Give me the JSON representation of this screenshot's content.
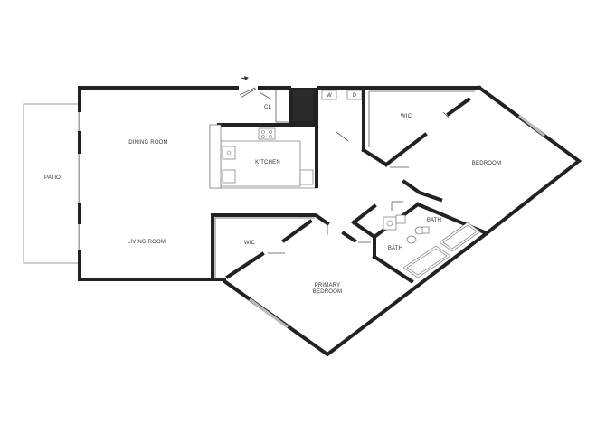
{
  "rooms": {
    "patio": "PATIO",
    "dining_room": "DINING ROOM",
    "living_room": "LIVING ROOM",
    "closet": "CL",
    "kitchen": "KITCHEN",
    "washer": "W",
    "dryer": "D",
    "wic_top": "WIC",
    "bedroom": "BEDROOM",
    "bath_upper": "BATH",
    "bath_lower": "BATH",
    "wic_left": "WIC",
    "primary_bedroom_line1": "PRIMARY",
    "primary_bedroom_line2": "BEDROOM"
  },
  "colors": {
    "wall": "#222222",
    "background": "#ffffff",
    "fixture": "#777777"
  }
}
